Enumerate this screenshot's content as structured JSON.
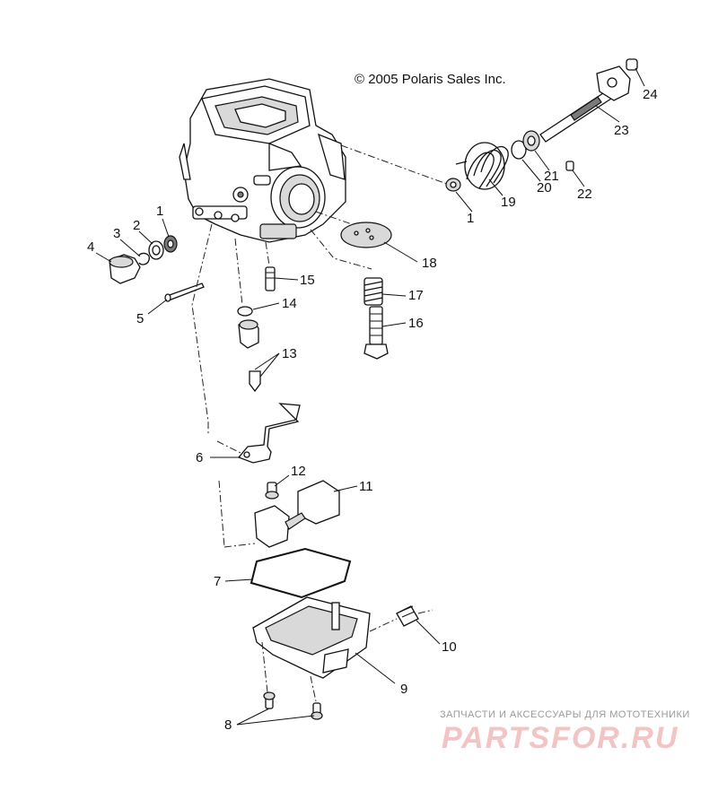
{
  "copyright": "© 2005 Polaris Sales Inc.",
  "watermark": {
    "tagline": "ЗАПЧАСТИ И АКСЕССУАРЫ ДЛЯ МОТОТЕХНИКИ",
    "brand": "PARTSFOR.RU"
  },
  "callouts": [
    {
      "id": "1a",
      "label": "1"
    },
    {
      "id": "1b",
      "label": "1"
    },
    {
      "id": "2",
      "label": "2"
    },
    {
      "id": "3",
      "label": "3"
    },
    {
      "id": "4",
      "label": "4"
    },
    {
      "id": "5",
      "label": "5"
    },
    {
      "id": "6",
      "label": "6"
    },
    {
      "id": "7",
      "label": "7"
    },
    {
      "id": "8",
      "label": "8"
    },
    {
      "id": "9",
      "label": "9"
    },
    {
      "id": "10",
      "label": "10"
    },
    {
      "id": "11",
      "label": "11"
    },
    {
      "id": "12",
      "label": "12"
    },
    {
      "id": "13",
      "label": "13"
    },
    {
      "id": "14",
      "label": "14"
    },
    {
      "id": "15",
      "label": "15"
    },
    {
      "id": "16",
      "label": "16"
    },
    {
      "id": "17",
      "label": "17"
    },
    {
      "id": "18",
      "label": "18"
    },
    {
      "id": "19",
      "label": "19"
    },
    {
      "id": "20",
      "label": "20"
    },
    {
      "id": "21",
      "label": "21"
    },
    {
      "id": "22",
      "label": "22"
    },
    {
      "id": "23",
      "label": "23"
    },
    {
      "id": "24",
      "label": "24"
    }
  ]
}
